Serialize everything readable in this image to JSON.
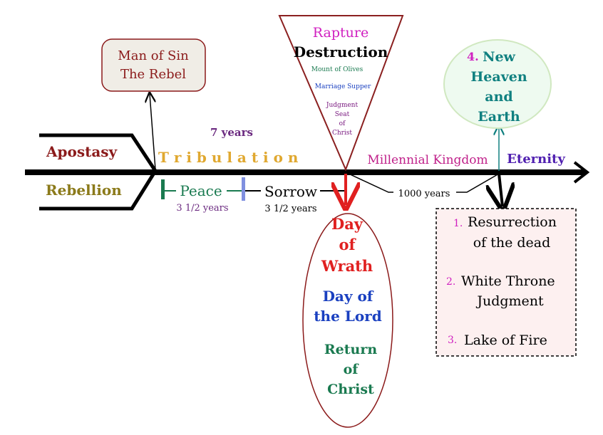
{
  "left": {
    "apostasy": "Apostasy",
    "rebellion": "Rebellion"
  },
  "man_of_sin": {
    "line1": "Man of Sin",
    "line2": "The Rebel"
  },
  "tribulation": {
    "years": "7 years",
    "label": "T r i b u l a t i o n"
  },
  "triangle": {
    "rapture": "Rapture",
    "destruction": "Destruction",
    "mount": "Mount of Olives",
    "marriage": "Marriage Supper",
    "judgment": [
      "Judgment",
      "Seat",
      "of",
      "Christ"
    ]
  },
  "millennial": "Millennial Kingdom",
  "eternity": "Eternity",
  "new_heaven": {
    "num": "4.",
    "lines": [
      "New",
      "Heaven",
      "and",
      "Earth"
    ]
  },
  "peace": {
    "label": "Peace",
    "years": "3 1/2 years"
  },
  "sorrow": {
    "label": "Sorrow",
    "years": "3 1/2 years"
  },
  "thousand": "1000 years",
  "wrath": {
    "day": [
      "Day",
      "of",
      "Wrath"
    ],
    "lord": [
      "Day of",
      "the Lord"
    ],
    "return": [
      "Return",
      "of",
      "Christ"
    ]
  },
  "judgment_box": {
    "items": [
      {
        "num": "1.",
        "line1": "Resurrection",
        "line2": "of the dead"
      },
      {
        "num": "2.",
        "line1": "White Throne",
        "line2": "Judgment"
      },
      {
        "num": "3.",
        "line1": "Lake of Fire"
      }
    ]
  },
  "colors": {
    "darkred": "#8b1a1a",
    "gold": "#e0a830",
    "magenta": "#d020c0",
    "green": "#1a7a50",
    "blue": "#1a40c0",
    "purple": "#6b2a80"
  }
}
